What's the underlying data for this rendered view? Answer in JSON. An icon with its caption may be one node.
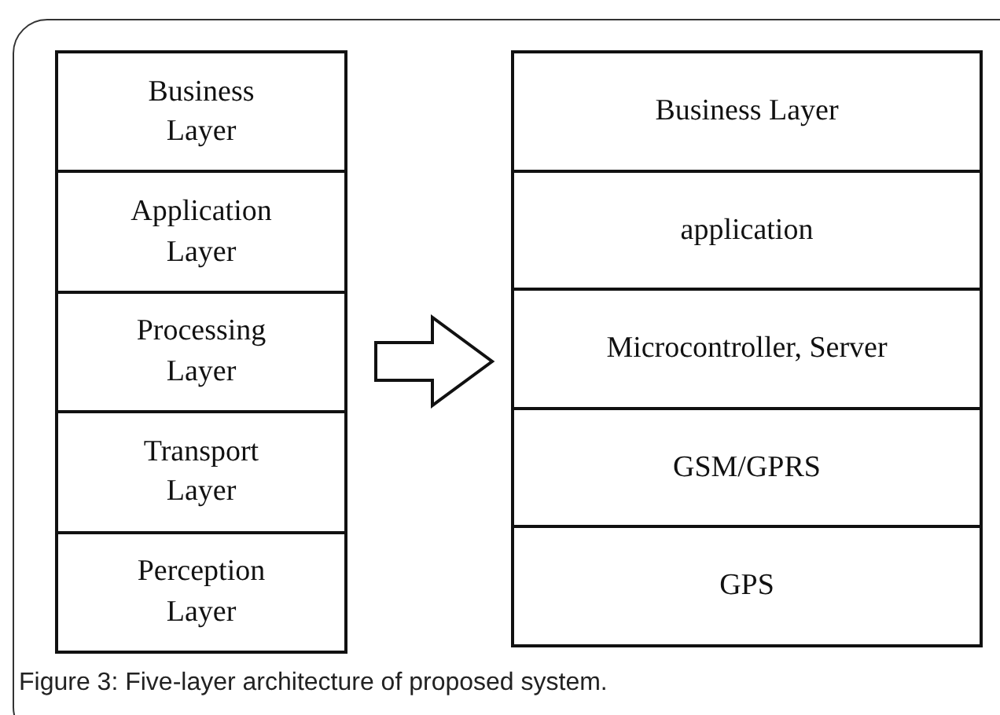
{
  "diagram": {
    "caption": "Figure 3: Five-layer architecture of proposed system.",
    "nodes": [
      {
        "text": [],
        "shape": "box"
      },
      {
        "text": [
          "Business Layer"
        ],
        "in": 0
      },
      {
        "text": [
          "Application Layer"
        ],
        "in": 0
      },
      {
        "text": [
          "Processing Layer"
        ],
        "in": 0
      },
      {
        "text": [
          "Transport Layer"
        ],
        "in": 0
      },
      {
        "text": [
          "Perception Layer"
        ],
        "in": 0
      },
      {
        "text": [],
        "shape": "box"
      },
      {
        "text": [
          "Business Layer"
        ],
        "in": 6
      },
      {
        "text": [
          "application"
        ],
        "in": 6
      },
      {
        "text": [
          "Microcontroller, Server"
        ],
        "in": 6
      },
      {
        "text": [
          "GSM/GPRS"
        ],
        "in": 6
      },
      {
        "text": [
          "GPS"
        ],
        "in": 6
      }
    ],
    "edges": [
      {
        "from": 0,
        "to": 6,
        "arrow": "to"
      }
    ]
  }
}
